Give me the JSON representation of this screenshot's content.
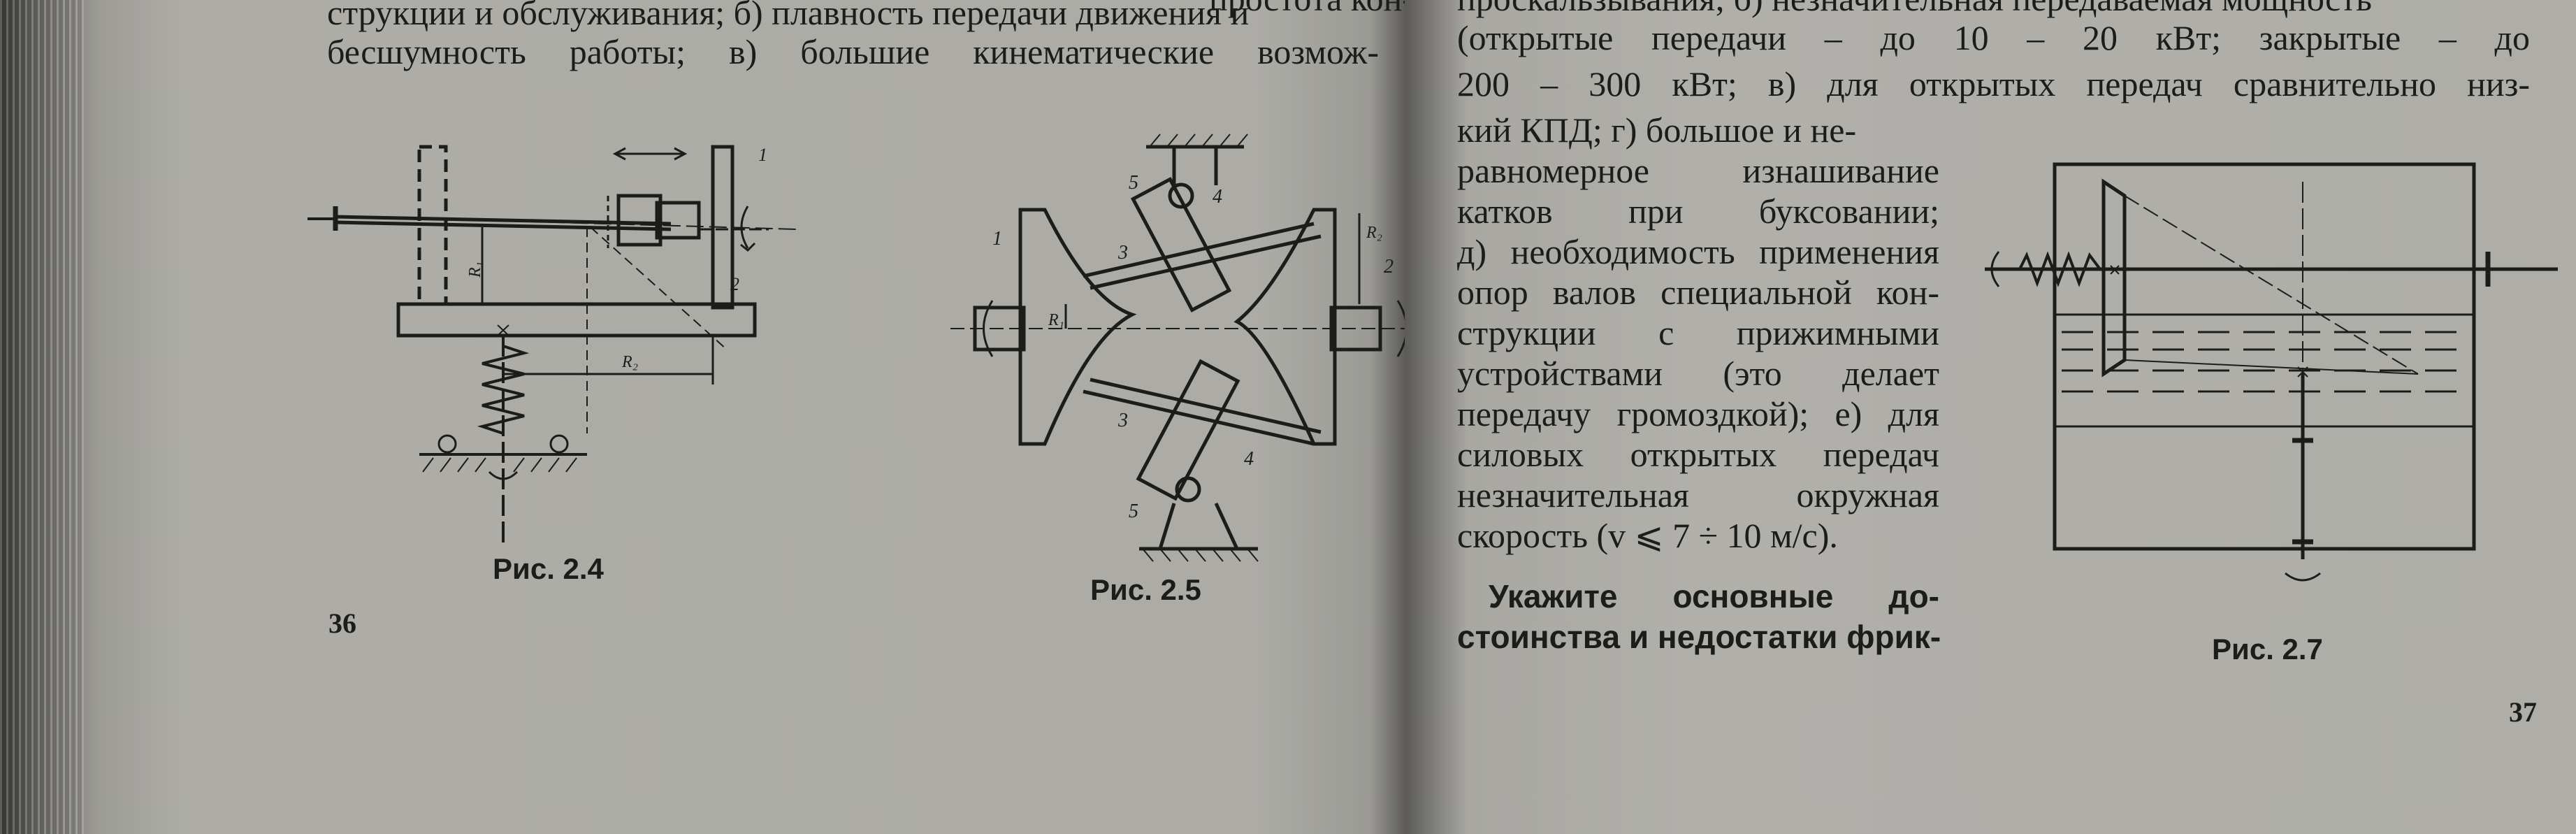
{
  "left_page": {
    "lines": [
      "струкции и обслуживания; б) плавность передачи движения и",
      "бесшумность работы; в) большие кинематические возмож-"
    ],
    "top_fragment": "простота кон-",
    "page_number": "36",
    "figures": [
      {
        "caption": "Рис. 2.4",
        "labels": [
          "1",
          "2",
          "R₁",
          "R₂"
        ]
      },
      {
        "caption": "Рис. 2.5",
        "labels": [
          "1",
          "2",
          "3",
          "3",
          "4",
          "4",
          "5",
          "5",
          "R₁",
          "R₂"
        ]
      }
    ]
  },
  "right_page": {
    "lines_top": [
      "проскальзывания; б) незначительная передаваемая мощность",
      "(открытые передачи – до 10 – 20 кВт; закрытые – до",
      "200 – 300 кВт; в) для открытых передач сравнительно низ-"
    ],
    "lines_col": [
      "кий КПД; г) большое и не-",
      "равномерное изнашивание",
      "катков при буксовании;",
      "д) необходимость применения",
      "опор валов специальной кон-",
      "струкции с прижимными",
      "устройствами (это делает",
      "передачу громоздкой); е) для",
      "силовых открытых передач",
      "незначительная окружная",
      "скорость (v ⩽ 7 ÷ 10 м/с)."
    ],
    "question_lines": [
      "Укажите основные до-",
      "стоинства и недостатки фрик-"
    ],
    "page_number": "37",
    "figure": {
      "caption": "Рис. 2.7"
    }
  }
}
